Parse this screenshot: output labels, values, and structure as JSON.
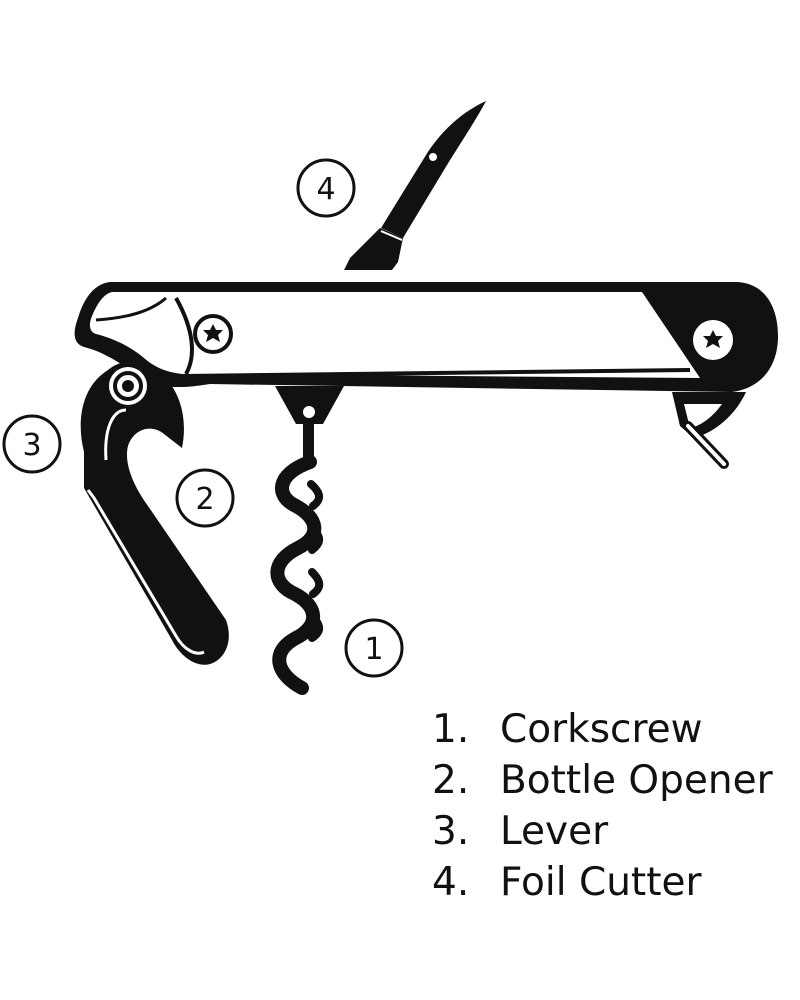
{
  "colors": {
    "ink": "#111111",
    "paper": "#ffffff"
  },
  "callouts": [
    {
      "number": "1"
    },
    {
      "number": "2"
    },
    {
      "number": "3"
    },
    {
      "number": "4"
    }
  ],
  "legend": [
    {
      "number": "1.",
      "label": "Corkscrew"
    },
    {
      "number": "2.",
      "label": "Bottle Opener"
    },
    {
      "number": "3.",
      "label": "Lever"
    },
    {
      "number": "4.",
      "label": "Foil Cutter"
    }
  ]
}
